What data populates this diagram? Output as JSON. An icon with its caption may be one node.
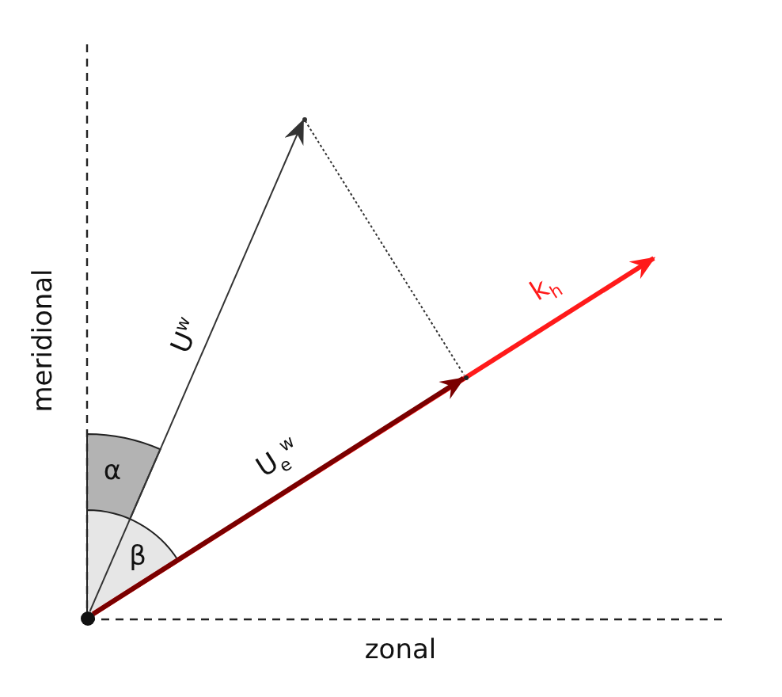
{
  "diagram": {
    "nodes": [
      {
        "text": [],
        "shape": "circle"
      },
      {
        "text": [],
        "shape": "point"
      },
      {
        "text": [],
        "shape": "point"
      }
    ],
    "edges": [
      {
        "from": 0,
        "to": 1,
        "arrow": "to",
        "label": "U$^{w}$"
      },
      {
        "from": 0,
        "to": null,
        "arrow": "to",
        "label": "k$_{h}$",
        "style": "thick",
        "color": "#ff1a1a"
      },
      {
        "from": 0,
        "to": 2,
        "arrow": "to",
        "label": "U$_{e}$$^{w}$",
        "style": "thick",
        "color": "#7a0000"
      },
      {
        "from": 1,
        "to": 2,
        "arrow": "none",
        "style": "dashed"
      }
    ],
    "labels": [
      "meridional",
      "α",
      "β",
      "zonal"
    ]
  }
}
